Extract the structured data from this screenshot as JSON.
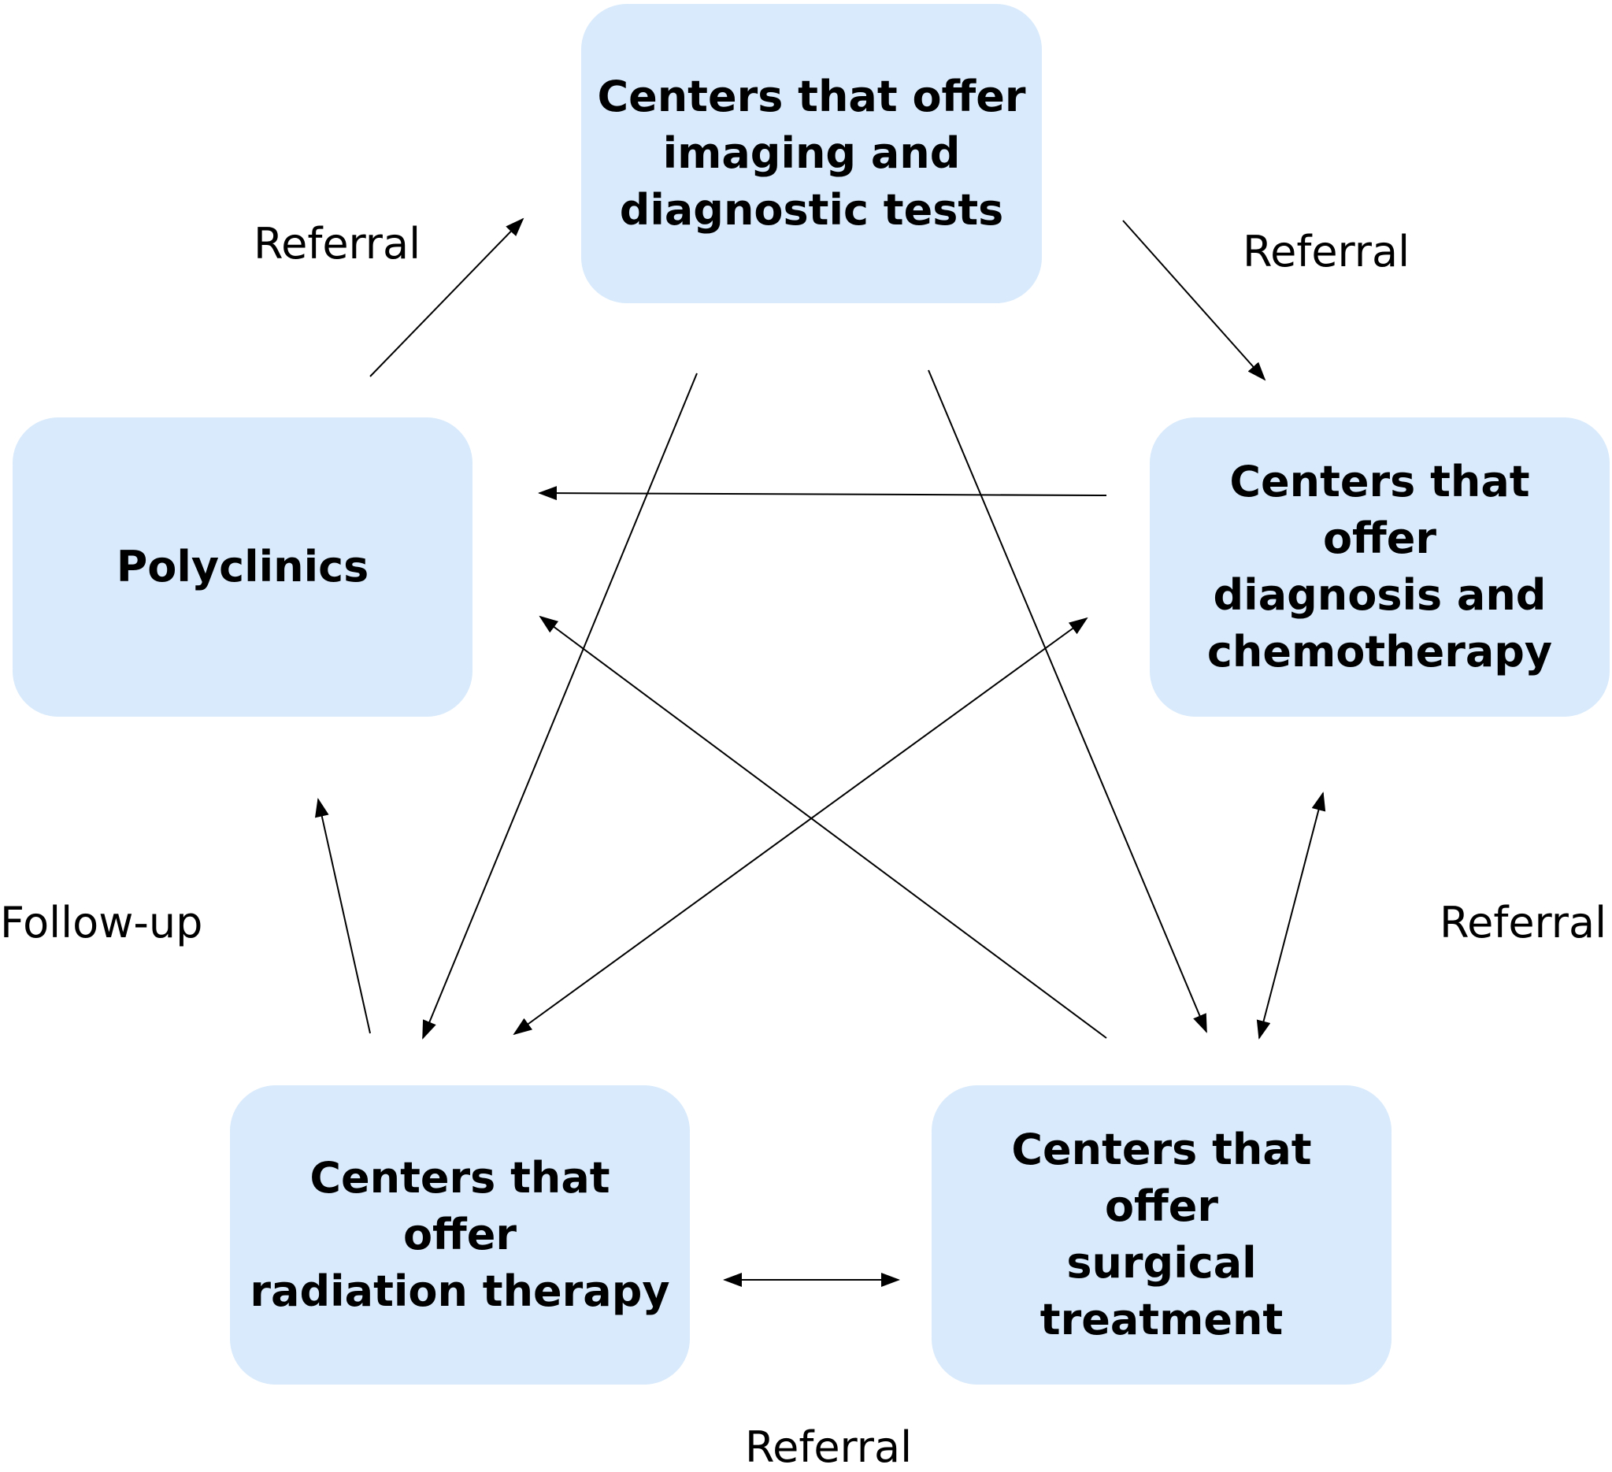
{
  "nodes": {
    "imaging": "Centers that offer\nimaging and\ndiagnostic tests",
    "chemo": "Centers that offer\ndiagnosis and\nchemotherapy",
    "polyclinics": "Polyclinics",
    "radiation": "Centers that offer\nradiation therapy",
    "surgical": "Centers that offer\nsurgical treatment"
  },
  "labels": {
    "referral_top_left": "Referral",
    "referral_top_right": "Referral",
    "follow_up": "Follow-up",
    "referral_right": "Referral",
    "referral_bottom": "Referral"
  },
  "colors": {
    "box_fill": "#d8eafb",
    "arrow": "#000000"
  }
}
